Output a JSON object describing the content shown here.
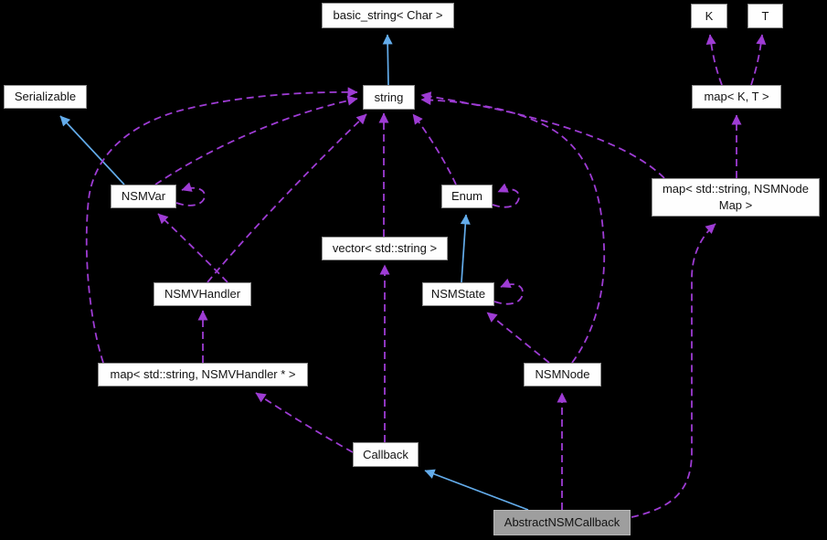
{
  "diagram": {
    "type": "class-collaboration-graph",
    "colors": {
      "background": "#000000",
      "inheritance_edge": "#63aceb",
      "usage_edge": "#9e3cd4",
      "node_fill": "#fefefe",
      "node_border": "#8f8f8f",
      "node_text": "#131313",
      "highlight_fill": "#9e9e9e",
      "highlight_border": "#b7b7b7"
    },
    "nodes": [
      {
        "id": "basic-string",
        "label": "basic_string< Char >",
        "highlighted": false
      },
      {
        "id": "k",
        "label": "K",
        "highlighted": false
      },
      {
        "id": "t",
        "label": "T",
        "highlighted": false
      },
      {
        "id": "serializable",
        "label": "Serializable",
        "highlighted": false
      },
      {
        "id": "string",
        "label": "string",
        "highlighted": false
      },
      {
        "id": "map-k-t",
        "label": "map< K, T >",
        "highlighted": false
      },
      {
        "id": "nsmvar",
        "label": "NSMVar",
        "highlighted": false
      },
      {
        "id": "enum",
        "label": "Enum",
        "highlighted": false
      },
      {
        "id": "map-string-nsmnodemap",
        "label": "map< std::string, NSMNode\nMap >",
        "highlighted": false
      },
      {
        "id": "vector-string",
        "label": "vector< std::string >",
        "highlighted": false
      },
      {
        "id": "nsmvhandler",
        "label": "NSMVHandler",
        "highlighted": false
      },
      {
        "id": "nsmstate",
        "label": "NSMState",
        "highlighted": false
      },
      {
        "id": "map-string-nsmvhandler",
        "label": "map< std::string, NSMVHandler * >",
        "highlighted": false
      },
      {
        "id": "nsmnode",
        "label": "NSMNode",
        "highlighted": false
      },
      {
        "id": "callback",
        "label": "Callback",
        "highlighted": false
      },
      {
        "id": "abstractnsmcallback",
        "label": "AbstractNSMCallback",
        "highlighted": true
      }
    ],
    "edges": [
      {
        "from": "string",
        "to": "basic-string",
        "type": "inheritance"
      },
      {
        "from": "nsmvar",
        "to": "serializable",
        "type": "inheritance"
      },
      {
        "from": "nsmstate",
        "to": "enum",
        "type": "inheritance"
      },
      {
        "from": "abstractnsmcallback",
        "to": "callback",
        "type": "inheritance"
      },
      {
        "from": "map-k-t",
        "to": "k",
        "type": "usage"
      },
      {
        "from": "map-k-t",
        "to": "t",
        "type": "usage"
      },
      {
        "from": "map-string-nsmnodemap",
        "to": "map-k-t",
        "type": "usage"
      },
      {
        "from": "abstractnsmcallback",
        "to": "map-string-nsmnodemap",
        "type": "usage"
      },
      {
        "from": "abstractnsmcallback",
        "to": "nsmnode",
        "type": "usage"
      },
      {
        "from": "nsmnode",
        "to": "nsmstate",
        "type": "usage"
      },
      {
        "from": "nsmnode",
        "to": "string",
        "type": "usage"
      },
      {
        "from": "map-string-nsmnodemap",
        "to": "string",
        "type": "usage"
      },
      {
        "from": "enum",
        "to": "string",
        "type": "usage"
      },
      {
        "from": "vector-string",
        "to": "string",
        "type": "usage"
      },
      {
        "from": "nsmvhandler",
        "to": "string",
        "type": "usage"
      },
      {
        "from": "nsmvar",
        "to": "string",
        "type": "usage"
      },
      {
        "from": "map-string-nsmvhandler",
        "to": "string",
        "type": "usage"
      },
      {
        "from": "nsmvhandler",
        "to": "nsmvar",
        "type": "usage"
      },
      {
        "from": "map-string-nsmvhandler",
        "to": "nsmvhandler",
        "type": "usage"
      },
      {
        "from": "callback",
        "to": "map-string-nsmvhandler",
        "type": "usage"
      },
      {
        "from": "callback",
        "to": "vector-string",
        "type": "usage"
      },
      {
        "from": "nsmvar",
        "to": "nsmvar",
        "type": "usage"
      },
      {
        "from": "enum",
        "to": "enum",
        "type": "usage"
      },
      {
        "from": "nsmstate",
        "to": "nsmstate",
        "type": "usage"
      }
    ]
  }
}
